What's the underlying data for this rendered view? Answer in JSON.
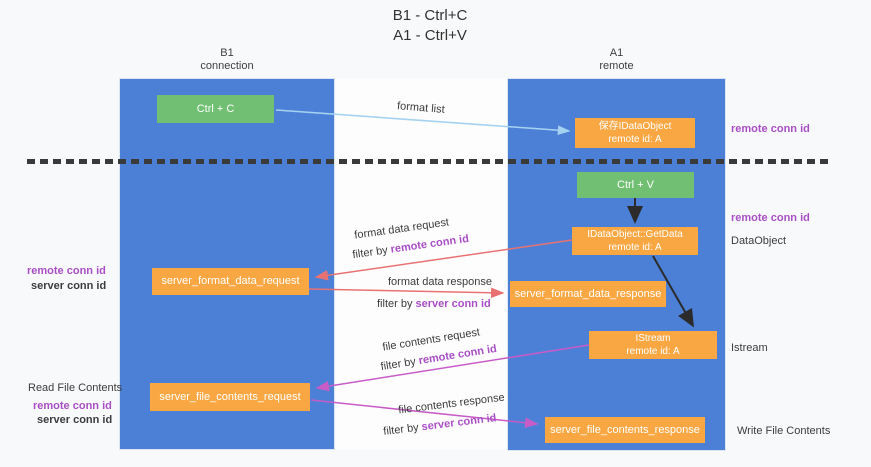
{
  "title": {
    "line1": "B1 - Ctrl+C",
    "line2": "A1 - Ctrl+V"
  },
  "lanes": {
    "left": {
      "name": "B1",
      "subtitle": "connection"
    },
    "right": {
      "name": "A1",
      "subtitle": "remote"
    }
  },
  "nodes": {
    "ctrl_c": "Ctrl + C",
    "ctrl_v": "Ctrl + V",
    "save_idataobject": {
      "line1": "保存IDataObject",
      "line2": "remote id: A"
    },
    "getdata": {
      "line1": "IDataObject::GetData",
      "line2": "remote id: A"
    },
    "istream": {
      "line1": "IStream",
      "line2": "remote id: A"
    },
    "server_format_data_request": "server_format_data_request",
    "server_format_data_response": "server_format_data_response",
    "server_file_contents_request": "server_file_contents_request",
    "server_file_contents_response": "server_file_contents_response"
  },
  "edges": {
    "format_list": "format list",
    "format_data_request": "format data request",
    "format_data_response": "format data response",
    "file_contents_request": "file contents request",
    "file_contents_response": "file contents response",
    "filter_by": "filter by"
  },
  "labels": {
    "remote_conn_id": "remote conn id",
    "server_conn_id": "server conn id",
    "read_file_contents": "Read File Contents",
    "write_file_contents": "Write File Contents",
    "dataobject": "DataObject",
    "istream": "Istream"
  },
  "colors": {
    "lane_blue": "#4c80d6",
    "box_orange": "#f9a743",
    "box_green": "#70bf72",
    "arrow_red": "#e87272",
    "arrow_magenta": "#c75cc7",
    "arrow_blue": "#a5d2f0",
    "arrow_black": "#2b2b2b",
    "text_purple": "#a94fc5",
    "text_green": "#5db761"
  }
}
